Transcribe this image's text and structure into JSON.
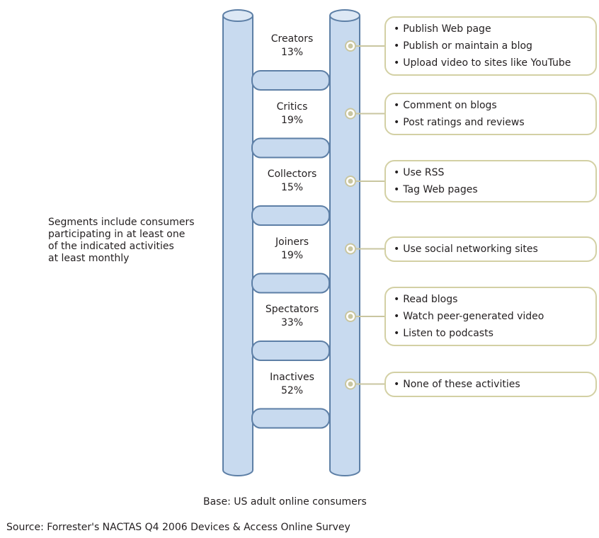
{
  "side_note": {
    "lines": [
      "Segments include consumers",
      "participating in at least one",
      "of the indicated activities",
      "at least monthly"
    ]
  },
  "segments": [
    {
      "name": "Creators",
      "percent": "13%",
      "activities": [
        "Publish Web page",
        "Publish or maintain a blog",
        "Upload video to sites like YouTube"
      ]
    },
    {
      "name": "Critics",
      "percent": "19%",
      "activities": [
        "Comment on blogs",
        "Post ratings and reviews"
      ]
    },
    {
      "name": "Collectors",
      "percent": "15%",
      "activities": [
        "Use RSS",
        "Tag Web pages"
      ]
    },
    {
      "name": "Joiners",
      "percent": "19%",
      "activities": [
        "Use social networking sites"
      ]
    },
    {
      "name": "Spectators",
      "percent": "33%",
      "activities": [
        "Read blogs",
        "Watch peer-generated video",
        "Listen to podcasts"
      ]
    },
    {
      "name": "Inactives",
      "percent": "52%",
      "activities": [
        "None of these activities"
      ]
    }
  ],
  "footer": {
    "base": "Base: US adult online consumers",
    "source": "Source: Forrester's NACTAS Q4 2006 Devices & Access Online Survey"
  },
  "colors": {
    "rail_fill": "#c8daef",
    "rail_stroke": "#5d7fa6",
    "box_border": "#d3d0a4",
    "dot": "#c9c6a0",
    "text": "#231f20"
  }
}
